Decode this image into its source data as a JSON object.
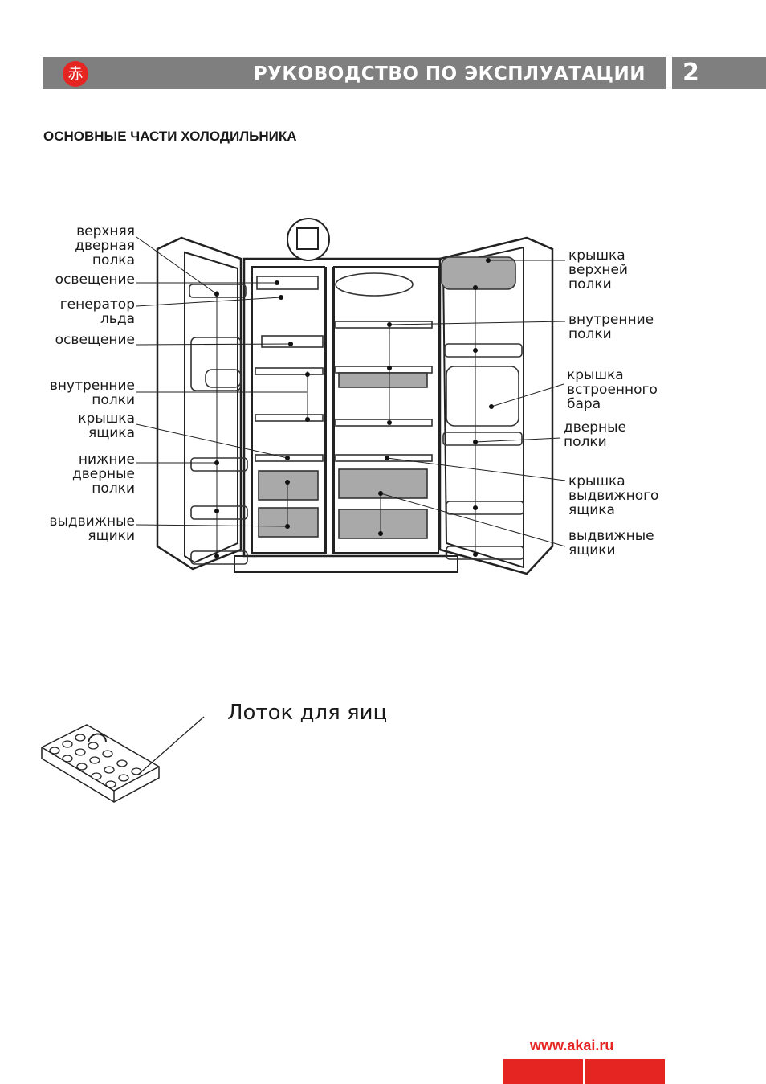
{
  "header": {
    "logo_glyph": "赤",
    "title": "РУКОВОДСТВО ПО ЭКСПЛУАТАЦИИ",
    "page_number": "2"
  },
  "section": {
    "title": "ОСНОВНЫЕ ЧАСТИ ХОЛОДИЛЬНИКА"
  },
  "labels_left": [
    "верхняя\nдверная\nполка",
    "освещение",
    "генератор\nльда",
    "освещение",
    "внутренние\nполки",
    "крышка\nящика",
    "нижние\nдверные\nполки",
    "выдвижные\nящики"
  ],
  "labels_right": [
    "крышка\nверхней\nполки",
    "внутренние\nполки",
    "крышка\nвстроенного\nбара",
    "дверные\nполки",
    "крышка\nвыдвижного\nящика",
    "выдвижные\nящики"
  ],
  "tray": {
    "label": "Лоток для яиц"
  },
  "footer": {
    "website": "www.akai.ru"
  },
  "colors": {
    "brand_red": "#e52521",
    "header_gray": "#7f7f7f"
  }
}
